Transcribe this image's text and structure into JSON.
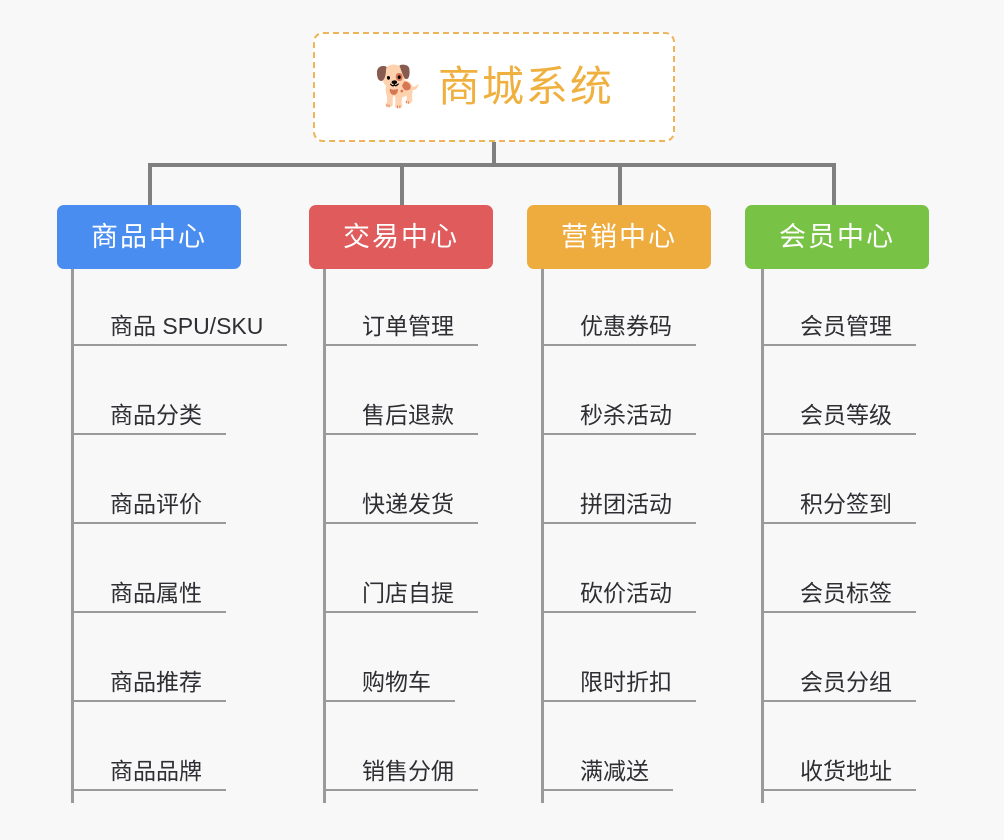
{
  "diagram": {
    "type": "mindmap-tree",
    "background_color": "#f8f8f8",
    "root": {
      "title": "商城系统",
      "emoji": "🐕",
      "emoji_name": "shiba-inu-dog-face",
      "text_color": "#f0b040",
      "border_color": "#eeb45a",
      "fill_color": "#ffffff"
    },
    "connector_color": "#808080",
    "leaf_line_color": "#9a9a9a",
    "leaf_text_color": "#2e2e33",
    "branches": [
      {
        "label": "商品中心",
        "color": "#4a8df0",
        "items": [
          "商品 SPU/SKU",
          "商品分类",
          "商品评价",
          "商品属性",
          "商品推荐",
          "商品品牌"
        ]
      },
      {
        "label": "交易中心",
        "color": "#e05b5b",
        "items": [
          "订单管理",
          "售后退款",
          "快递发货",
          "门店自提",
          "购物车",
          "销售分佣"
        ]
      },
      {
        "label": "营销中心",
        "color": "#eeab3e",
        "items": [
          "优惠券码",
          "秒杀活动",
          "拼团活动",
          "砍价活动",
          "限时折扣",
          "满减送"
        ]
      },
      {
        "label": "会员中心",
        "color": "#78c245",
        "items": [
          "会员管理",
          "会员等级",
          "积分签到",
          "会员标签",
          "会员分组",
          "收货地址"
        ]
      }
    ]
  }
}
